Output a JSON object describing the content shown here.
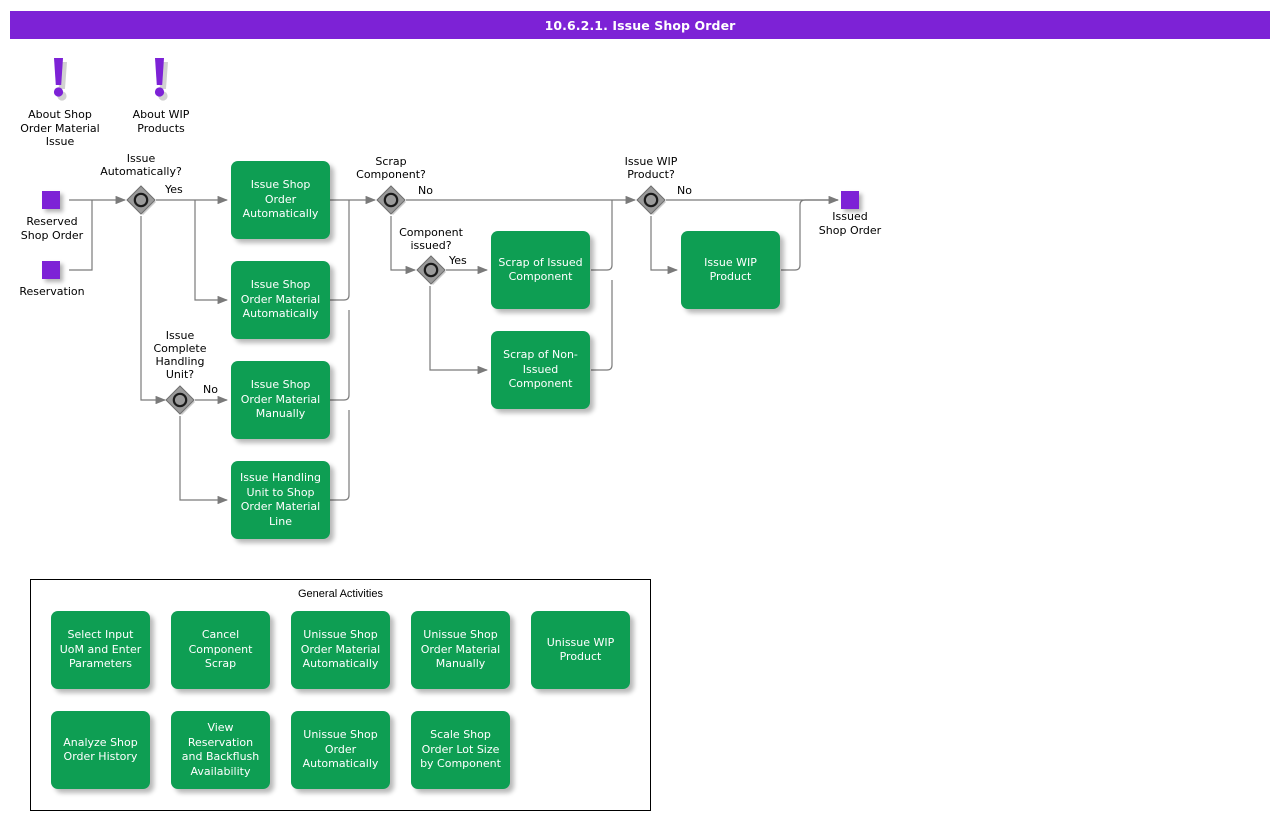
{
  "window": {
    "title": "10.6.2.1. Issue Shop Order",
    "title_bar_color": "#7D22D6"
  },
  "colors": {
    "accent_purple": "#7D22D6",
    "task_green": "#0E9E53",
    "gateway_gray": "#9B9B9B",
    "connector_gray": "#7A7A7A",
    "text_white": "#FFFFFF",
    "text_black": "#000000"
  },
  "info_markers": [
    {
      "id": "about-shop-order-material-issue",
      "label": "About Shop\nOrder Material\nIssue",
      "icon": "exclamation-icon"
    },
    {
      "id": "about-wip-products",
      "label": "About WIP\nProducts",
      "icon": "exclamation-icon"
    }
  ],
  "states": [
    {
      "id": "reserved-shop-order",
      "label": "Reserved\nShop Order"
    },
    {
      "id": "reservation",
      "label": "Reservation"
    },
    {
      "id": "issued-shop-order",
      "label": "Issued\nShop Order"
    }
  ],
  "gateways": [
    {
      "id": "issue-automatically",
      "question": "Issue\nAutomatically?",
      "branch": "Yes"
    },
    {
      "id": "issue-complete-handling-unit",
      "question": "Issue\nComplete\nHandling\nUnit?",
      "branch": "No"
    },
    {
      "id": "scrap-component",
      "question": "Scrap\nComponent?",
      "branch": "No"
    },
    {
      "id": "component-issued",
      "question": "Component\nissued?",
      "branch": "Yes"
    },
    {
      "id": "issue-wip-product",
      "question": "Issue WIP\nProduct?",
      "branch": "No"
    }
  ],
  "tasks": [
    {
      "id": "issue-shop-order-automatically",
      "label": "Issue Shop\nOrder\nAutomatically"
    },
    {
      "id": "issue-shop-order-material-automatically",
      "label": "Issue Shop\nOrder Material\nAutomatically"
    },
    {
      "id": "issue-shop-order-material-manually",
      "label": "Issue Shop\nOrder Material\nManually"
    },
    {
      "id": "issue-handling-unit-to-shop-order-material-line",
      "label": "Issue Handling\nUnit to Shop\nOrder Material\nLine"
    },
    {
      "id": "scrap-of-issued-component",
      "label": "Scrap of Issued\nComponent"
    },
    {
      "id": "scrap-of-non-issued-component",
      "label": "Scrap of Non-\nIssued\nComponent"
    },
    {
      "id": "issue-wip-product",
      "label": "Issue WIP\nProduct"
    }
  ],
  "general_activities": {
    "title": "General Activities",
    "items": [
      {
        "id": "select-input-uom-and-enter-parameters",
        "label": "Select Input\nUoM and Enter\nParameters"
      },
      {
        "id": "cancel-component-scrap",
        "label": "Cancel\nComponent\nScrap"
      },
      {
        "id": "unissue-shop-order-material-automatically",
        "label": "Unissue Shop\nOrder Material\nAutomatically"
      },
      {
        "id": "unissue-shop-order-material-manually",
        "label": "Unissue Shop\nOrder Material\nManually"
      },
      {
        "id": "unissue-wip-product",
        "label": "Unissue WIP\nProduct"
      },
      {
        "id": "analyze-shop-order-history",
        "label": "Analyze Shop\nOrder History"
      },
      {
        "id": "view-reservation-and-backflush-availability",
        "label": "View\nReservation and\nBackflush\nAvailability"
      },
      {
        "id": "unissue-shop-order-automatically",
        "label": "Unissue Shop\nOrder\nAutomatically"
      },
      {
        "id": "scale-shop-order-lot-size-by-component",
        "label": "Scale Shop\nOrder Lot Size\nby Component"
      }
    ]
  }
}
